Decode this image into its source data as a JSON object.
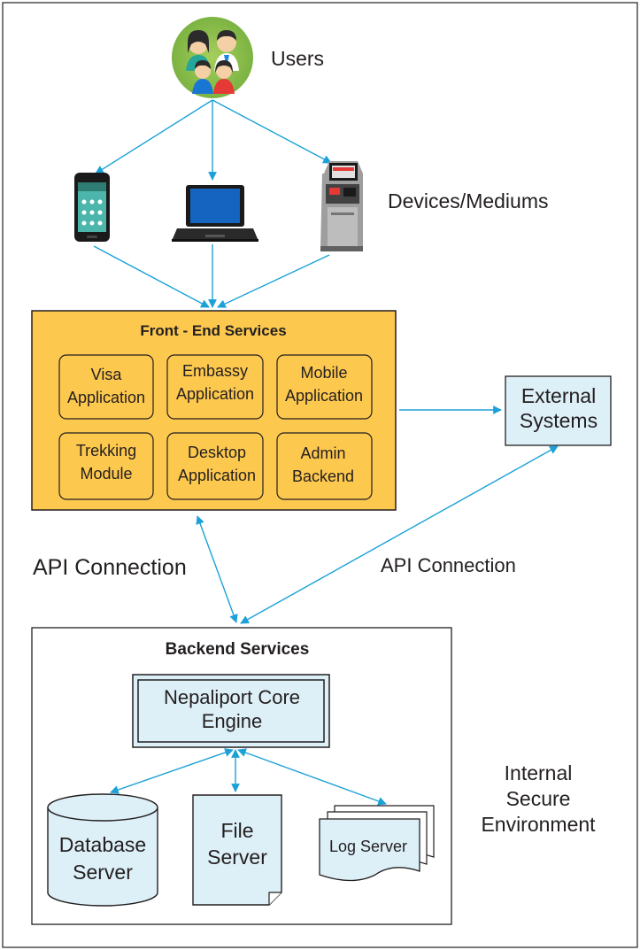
{
  "users_label": "Users",
  "devices_label": "Devices/Mediums",
  "frontend": {
    "title": "Front - End Services",
    "modules": [
      {
        "line1": "Visa",
        "line2": "Application"
      },
      {
        "line1": "Embassy",
        "line2": "Application"
      },
      {
        "line1": "Mobile",
        "line2": "Application"
      },
      {
        "line1": "Trekking",
        "line2": "Module"
      },
      {
        "line1": "Desktop",
        "line2": "Application"
      },
      {
        "line1": "Admin",
        "line2": "Backend"
      }
    ]
  },
  "external": {
    "line1": "External",
    "line2": "Systems"
  },
  "api_left": "API Connection",
  "api_right": "API Connection",
  "backend": {
    "title": "Backend Services",
    "core_line1": "Nepaliport Core",
    "core_line2": "Engine",
    "database_line1": "Database",
    "database_line2": "Server",
    "file_line1": "File",
    "file_line2": "Server",
    "log": "Log Server"
  },
  "environment": {
    "line1": "Internal",
    "line2": "Secure",
    "line3": "Environment"
  },
  "colors": {
    "arrow": "#1ba1d8",
    "frontend_fill": "#fdc84e",
    "light_blue_fill": "#ddf0f8",
    "outline": "#231f20"
  }
}
